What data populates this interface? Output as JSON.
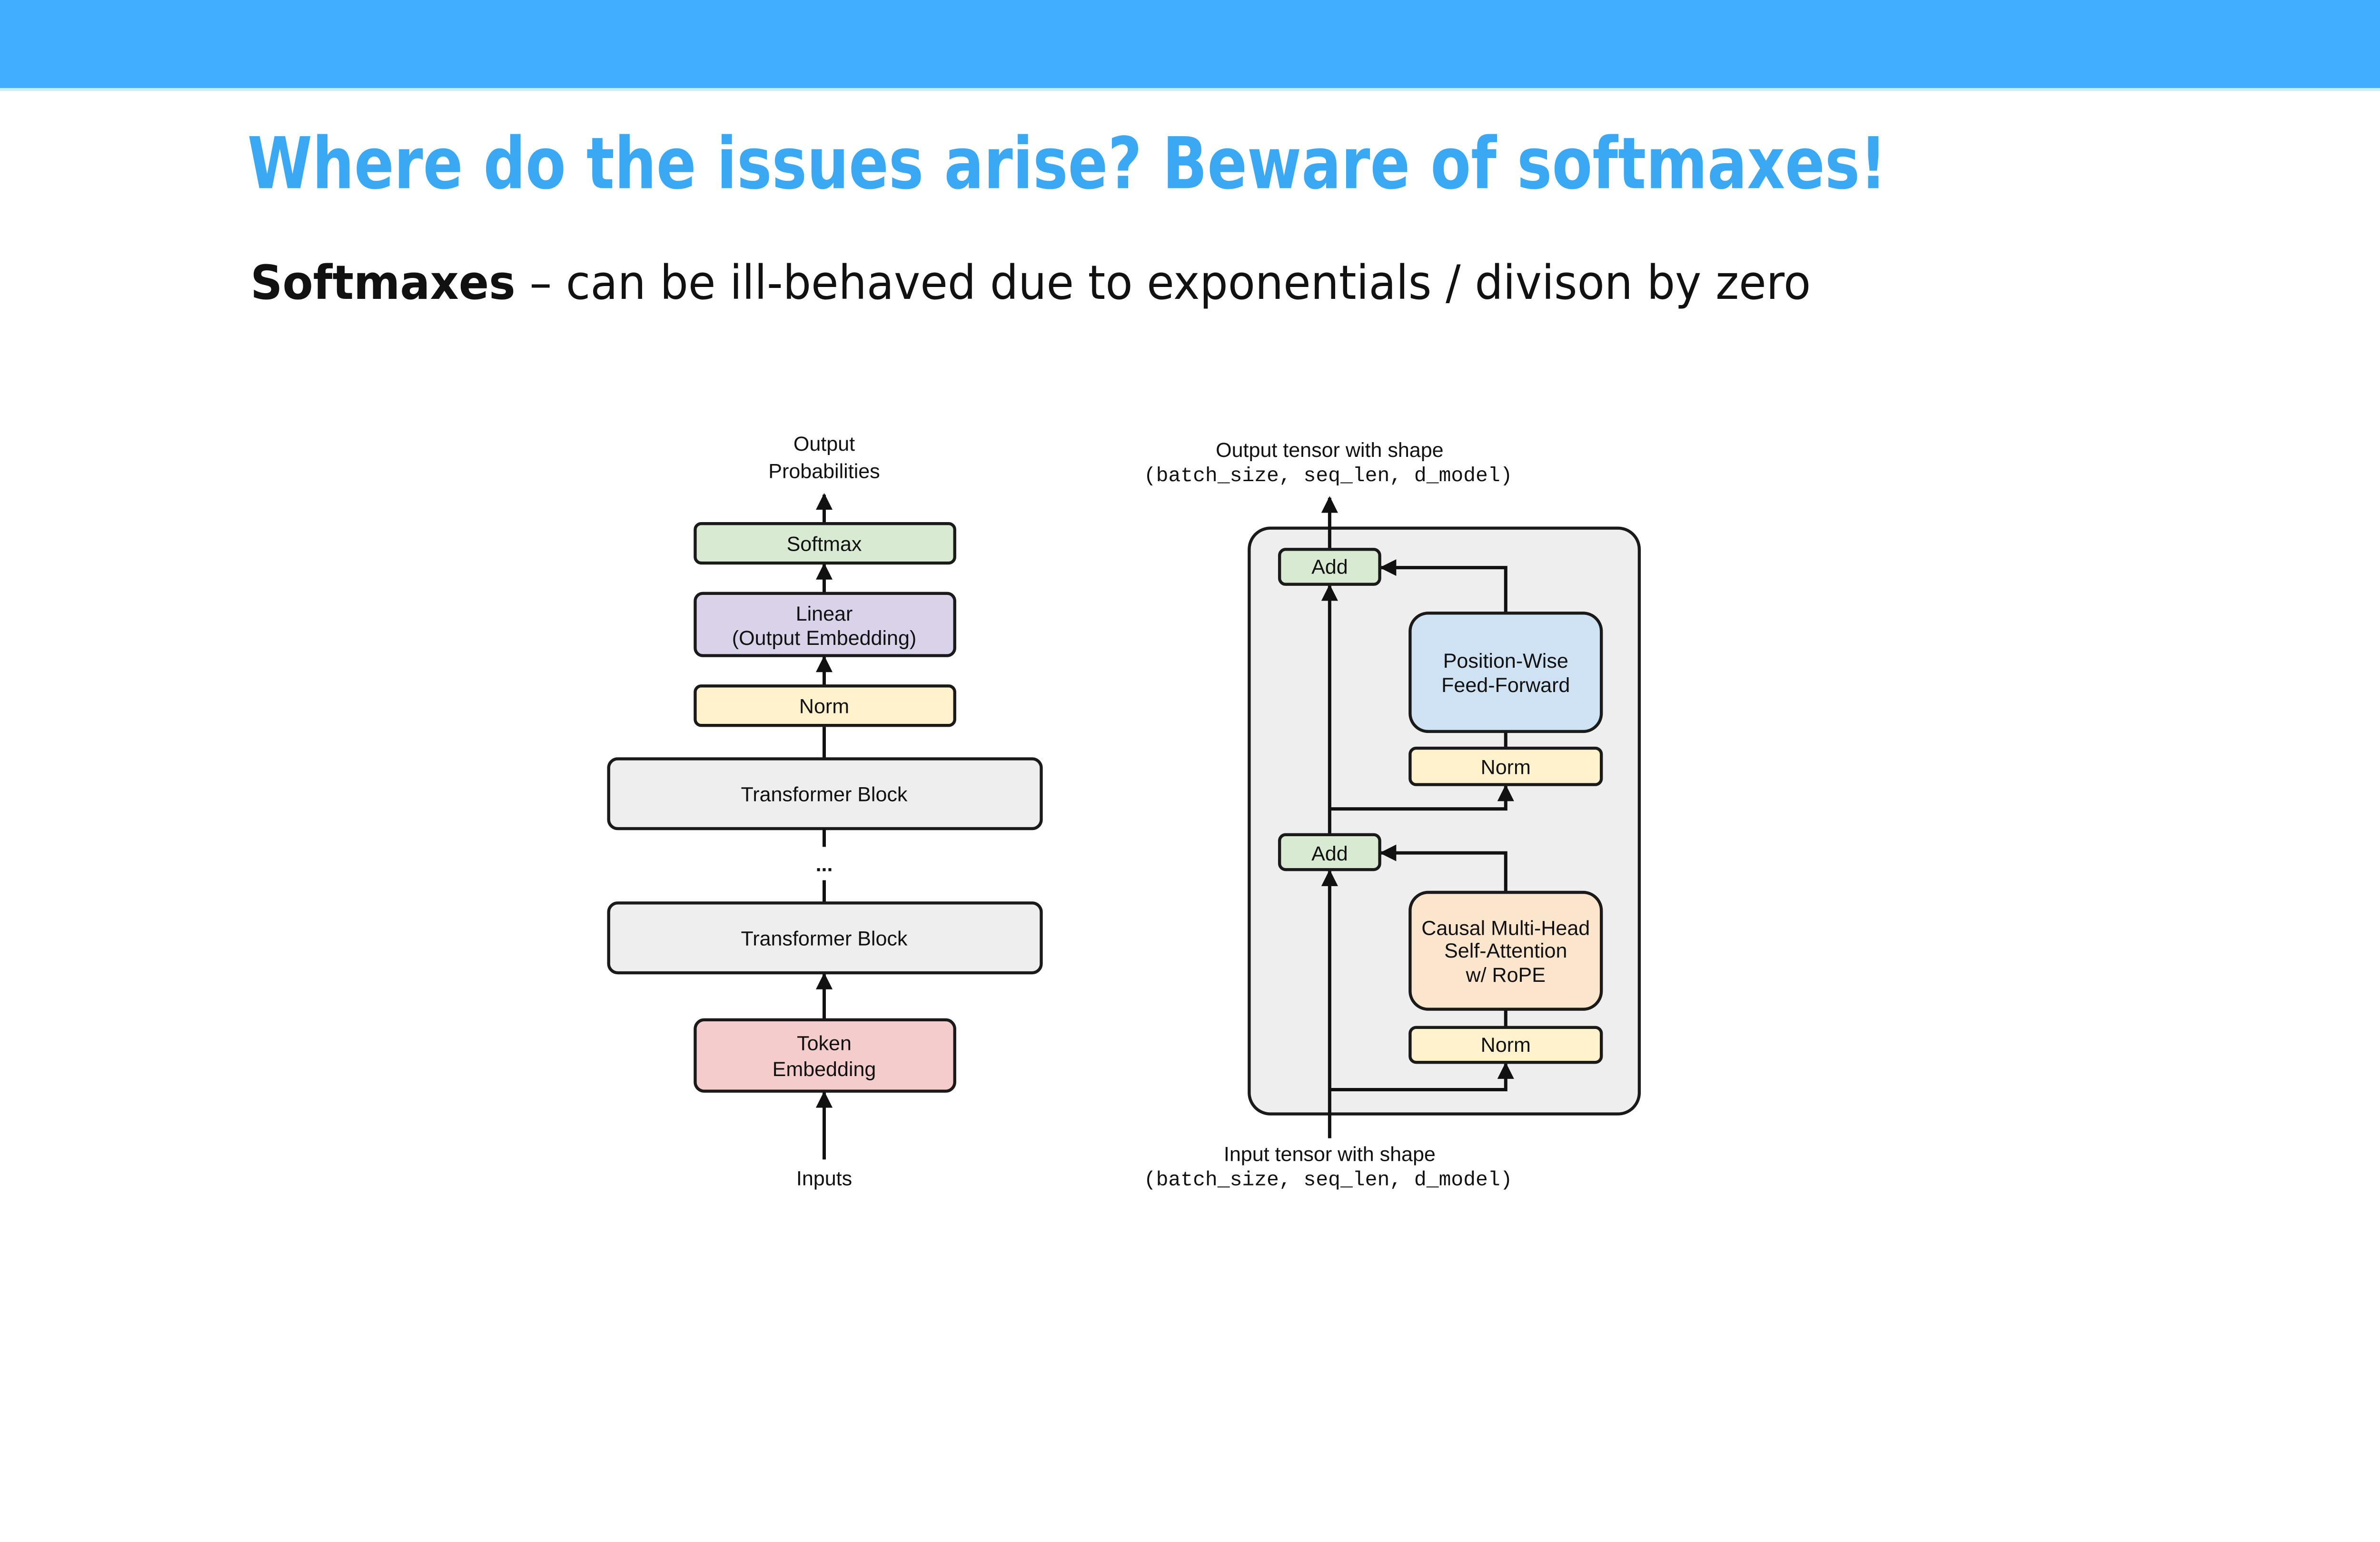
{
  "slide": {
    "title": "Where do the issues arise? Beware of softmaxes!",
    "subtitle_bold": "Softmaxes",
    "subtitle_rest": " – can be ill-behaved due to exponentials / divison by zero"
  },
  "colors": {
    "header_bar": "#42AEFF",
    "title": "#3BA8F4",
    "softmax": "#D9EAD3",
    "linear": "#D9D2E9",
    "norm": "#FFF2CC",
    "block": "#EEEEEE",
    "embedding": "#F4CCCC",
    "feed_forward": "#CFE2F3",
    "attention": "#FCE5CD",
    "add": "#D9EAD3"
  },
  "left_diagram": {
    "output_line1": "Output",
    "output_line2": "Probabilities",
    "softmax": "Softmax",
    "linear_line1": "Linear",
    "linear_line2": "(Output Embedding)",
    "norm": "Norm",
    "block_top": "Transformer Block",
    "ellipsis": "...",
    "block_bottom": "Transformer Block",
    "token_line1": "Token",
    "token_line2": "Embedding",
    "inputs": "Inputs"
  },
  "right_diagram": {
    "output_label": "Output tensor with shape",
    "output_shape": "(batch_size, seq_len, d_model)",
    "add_top": "Add",
    "ff_line1": "Position-Wise",
    "ff_line2": "Feed-Forward",
    "norm_top": "Norm",
    "add_bottom": "Add",
    "attn_line1": "Causal Multi-Head",
    "attn_line2": "Self-Attention",
    "attn_line3": "w/ RoPE",
    "norm_bottom": "Norm",
    "input_label": "Input tensor with shape",
    "input_shape": "(batch_size, seq_len, d_model)"
  }
}
